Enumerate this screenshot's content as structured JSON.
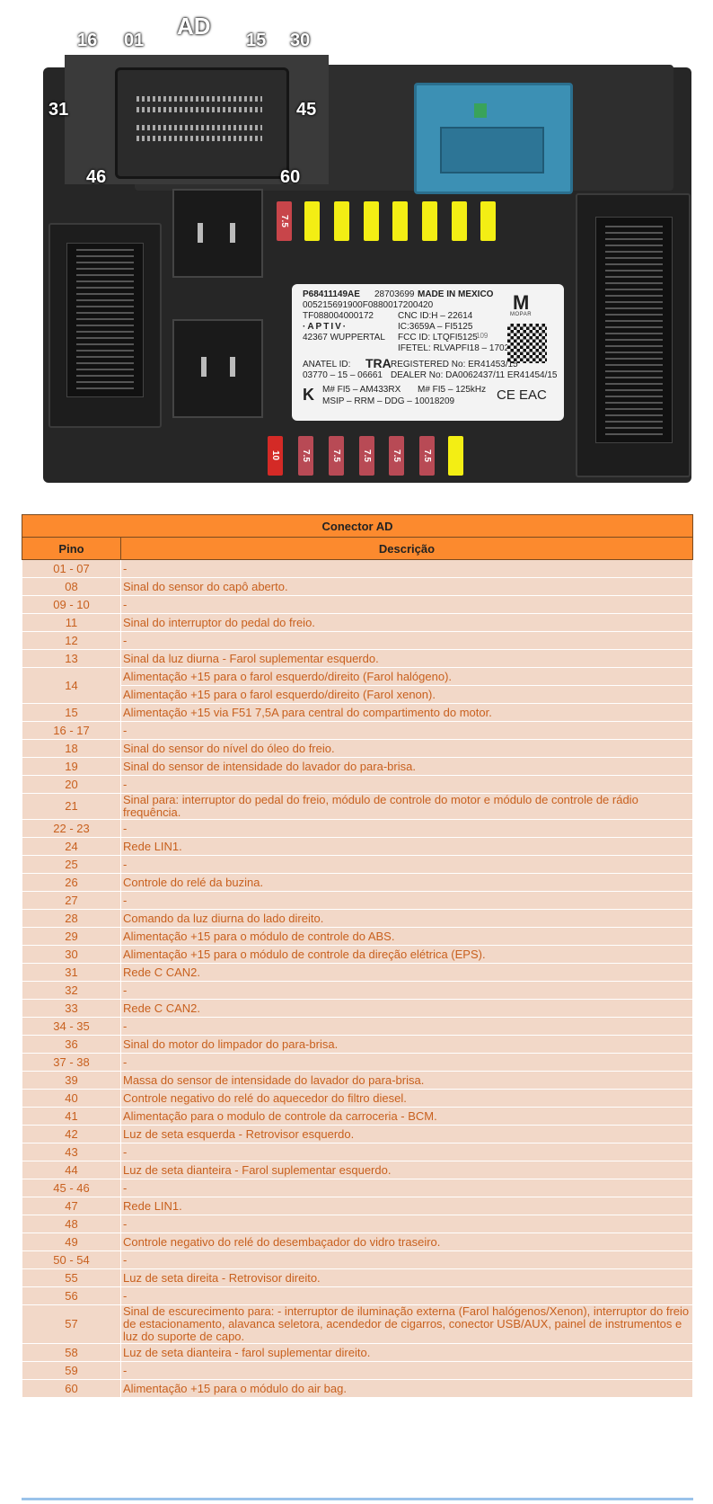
{
  "photo": {
    "callouts": {
      "connector": "AD",
      "p16": "16",
      "p01": "01",
      "p15": "15",
      "p30": "30",
      "p31": "31",
      "p45": "45",
      "p46": "46",
      "p60": "60"
    },
    "top_fuses": [
      "7.5",
      "",
      "",
      "",
      "",
      "",
      "",
      ""
    ],
    "bottom_fuses": [
      "10",
      "7.5",
      "7.5",
      "7.5",
      "7.5",
      "7.5",
      ""
    ],
    "sticker": {
      "part": "P68411149AE",
      "code": "28703699",
      "made": "MADE IN MEXICO",
      "serial": "005215691900F0880017200420",
      "tf": "TF088004000172",
      "brand": "·APTIV·",
      "city": "42367 WUPPERTAL",
      "cnc": "CNC ID:H – 22614",
      "ic": "IC:3659A – FI5125",
      "fcc": "FCC ID: LTQFI5125",
      "ifetel": "IFETEL: RLVAPFI18 – 1702",
      "num109": "109",
      "anatel": "ANATEL ID:",
      "anatel_no": "03770 – 15 – 06661",
      "tra": "TRA",
      "registered": "REGISTERED No: ER41453/15",
      "dealer": "DEALER No: DA0062437/11 ER41454/15",
      "m1": "M# FI5 – AM433RX",
      "m2": "M# FI5 – 125kHz",
      "msip": "MSIP – RRM – DDG – 10018209",
      "marks": "CE EAC",
      "mopar": "MOPAR"
    }
  },
  "table": {
    "title": "Conector AD",
    "col_pino": "Pino",
    "col_desc": "Descrição",
    "rows": [
      {
        "pino": "01 - 07",
        "desc": [
          "-"
        ]
      },
      {
        "pino": "08",
        "desc": [
          "Sinal do sensor do capô aberto."
        ]
      },
      {
        "pino": "09 - 10",
        "desc": [
          "-"
        ]
      },
      {
        "pino": "11",
        "desc": [
          "Sinal do interruptor do pedal do freio."
        ]
      },
      {
        "pino": "12",
        "desc": [
          "-"
        ]
      },
      {
        "pino": "13",
        "desc": [
          "Sinal da luz diurna - Farol suplementar esquerdo."
        ]
      },
      {
        "pino": "14",
        "desc": [
          "Alimentação +15 para o farol esquerdo/direito (Farol halógeno).",
          "Alimentação +15 para o farol esquerdo/direito (Farol xenon)."
        ]
      },
      {
        "pino": "15",
        "desc": [
          "Alimentação +15 via F51 7,5A para central do compartimento do motor."
        ]
      },
      {
        "pino": "16 - 17",
        "desc": [
          "-"
        ]
      },
      {
        "pino": "18",
        "desc": [
          "Sinal do sensor do nível do óleo do freio."
        ]
      },
      {
        "pino": "19",
        "desc": [
          "Sinal do sensor de  intensidade do lavador do para-brisa."
        ]
      },
      {
        "pino": "20",
        "desc": [
          "-"
        ]
      },
      {
        "pino": "21",
        "desc": [
          "Sinal para: interruptor do pedal do freio, módulo de controle do motor e módulo de controle de rádio frequência."
        ]
      },
      {
        "pino": "22 - 23",
        "desc": [
          "-"
        ]
      },
      {
        "pino": "24",
        "desc": [
          "Rede LIN1."
        ]
      },
      {
        "pino": "25",
        "desc": [
          "-"
        ]
      },
      {
        "pino": "26",
        "desc": [
          "Controle do relé da buzina."
        ]
      },
      {
        "pino": "27",
        "desc": [
          "-"
        ]
      },
      {
        "pino": "28",
        "desc": [
          "Comando da luz diurna do lado direito."
        ]
      },
      {
        "pino": "29",
        "desc": [
          "Alimentação +15 para o módulo de controle do ABS."
        ]
      },
      {
        "pino": "30",
        "desc": [
          "Alimentação +15 para o módulo de controle da direção elétrica (EPS)."
        ]
      },
      {
        "pino": "31",
        "desc": [
          "Rede C CAN2."
        ]
      },
      {
        "pino": "32",
        "desc": [
          "-"
        ]
      },
      {
        "pino": "33",
        "desc": [
          "Rede C CAN2."
        ]
      },
      {
        "pino": "34 - 35",
        "desc": [
          "-"
        ]
      },
      {
        "pino": "36",
        "desc": [
          "Sinal do motor do limpador do para-brisa."
        ]
      },
      {
        "pino": "37 - 38",
        "desc": [
          "-"
        ]
      },
      {
        "pino": "39",
        "desc": [
          "Massa do sensor de intensidade do lavador do para-brisa."
        ]
      },
      {
        "pino": "40",
        "desc": [
          "Controle negativo do relé do aquecedor do filtro diesel."
        ]
      },
      {
        "pino": "41",
        "desc": [
          "Alimentação para o modulo de controle da carroceria - BCM."
        ]
      },
      {
        "pino": "42",
        "desc": [
          "Luz de seta esquerda - Retrovisor esquerdo."
        ]
      },
      {
        "pino": "43",
        "desc": [
          "-"
        ]
      },
      {
        "pino": "44",
        "desc": [
          "Luz de seta dianteira - Farol suplementar esquerdo."
        ]
      },
      {
        "pino": "45 - 46",
        "desc": [
          "-"
        ]
      },
      {
        "pino": "47",
        "desc": [
          "Rede LIN1."
        ]
      },
      {
        "pino": "48",
        "desc": [
          "-"
        ]
      },
      {
        "pino": "49",
        "desc": [
          "Controle negativo do relé do desembaçador do vidro traseiro."
        ]
      },
      {
        "pino": "50 - 54",
        "desc": [
          "-"
        ]
      },
      {
        "pino": "55",
        "desc": [
          "Luz de seta direita - Retrovisor direito."
        ]
      },
      {
        "pino": "56",
        "desc": [
          "-"
        ]
      },
      {
        "pino": "57",
        "desc": [
          "Sinal de escurecimento para: - interruptor de iluminação externa (Farol halógenos/Xenon), interruptor do freio de estacionamento, alavanca seletora, acendedor de cigarros, conector USB/AUX, painel de instrumentos e luz do suporte de capo."
        ]
      },
      {
        "pino": "58",
        "desc": [
          "Luz de seta dianteira - farol suplementar direito."
        ]
      },
      {
        "pino": "59",
        "desc": [
          "-"
        ]
      },
      {
        "pino": "60",
        "desc": [
          "Alimentação +15 para o módulo do air bag."
        ]
      }
    ]
  }
}
